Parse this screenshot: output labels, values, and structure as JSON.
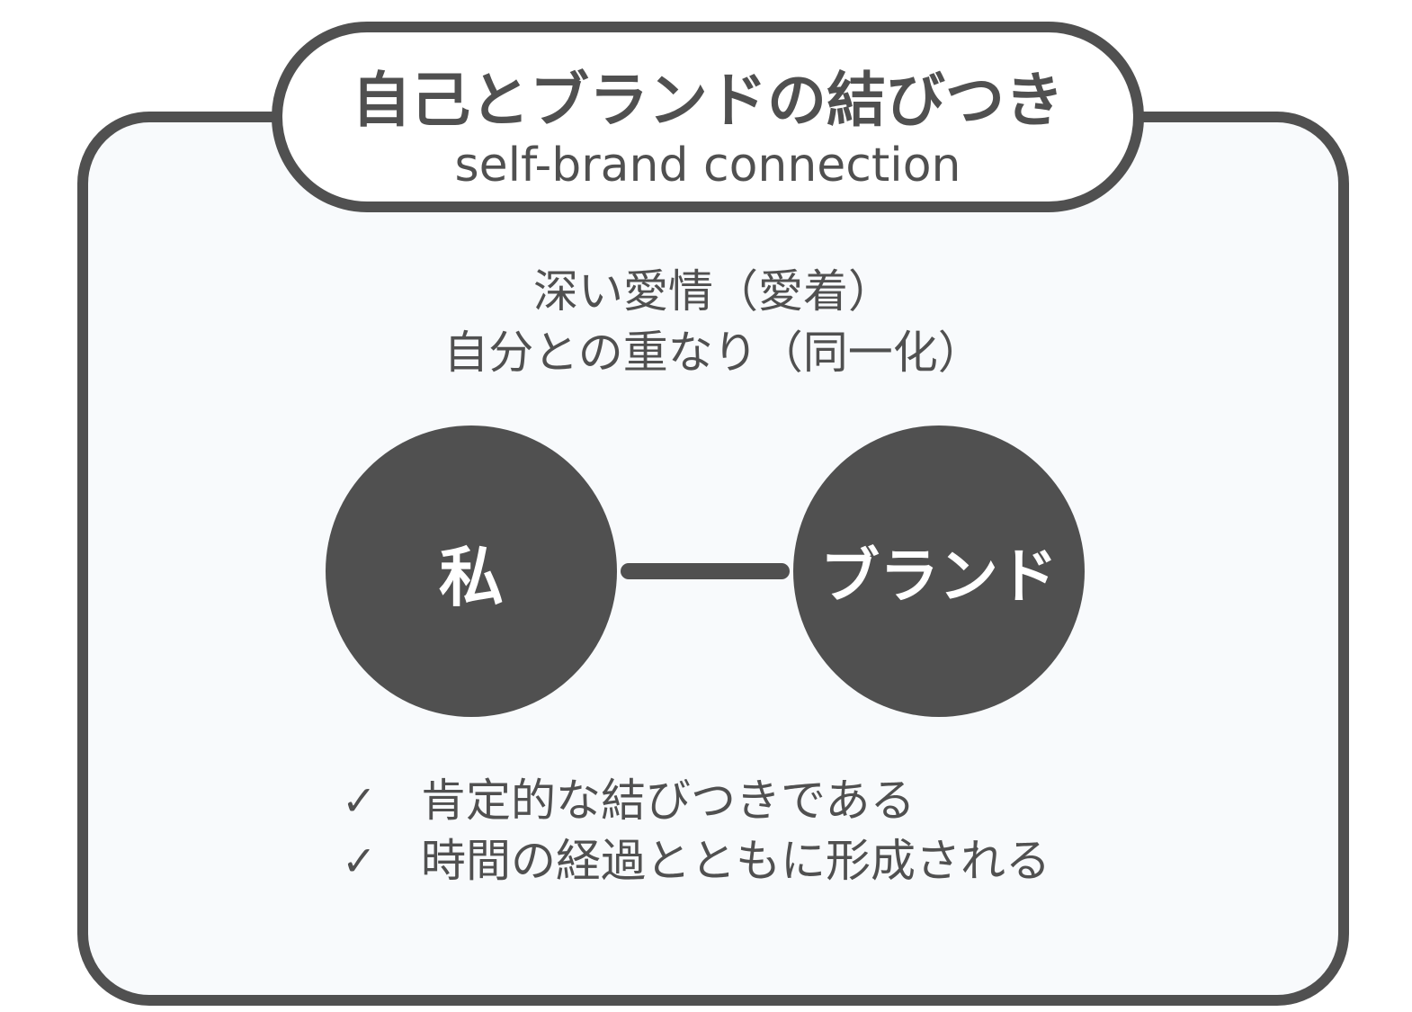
{
  "title": {
    "japanese": "自己とブランドの結びつき",
    "english": "self-brand connection"
  },
  "concepts": [
    "深い愛情（愛着）",
    "自分との重なり（同一化）"
  ],
  "nodes": {
    "left": "私",
    "right": "ブランド"
  },
  "checklist": [
    {
      "icon": "check-icon",
      "glyph": "✓",
      "text": "肯定的な結びつきである"
    },
    {
      "icon": "check-icon",
      "glyph": "✓",
      "text": "時間の経過とともに形成される"
    }
  ],
  "colors": {
    "primary": "#505050",
    "card_background": "#f8fafc",
    "node_text": "#ffffff"
  }
}
